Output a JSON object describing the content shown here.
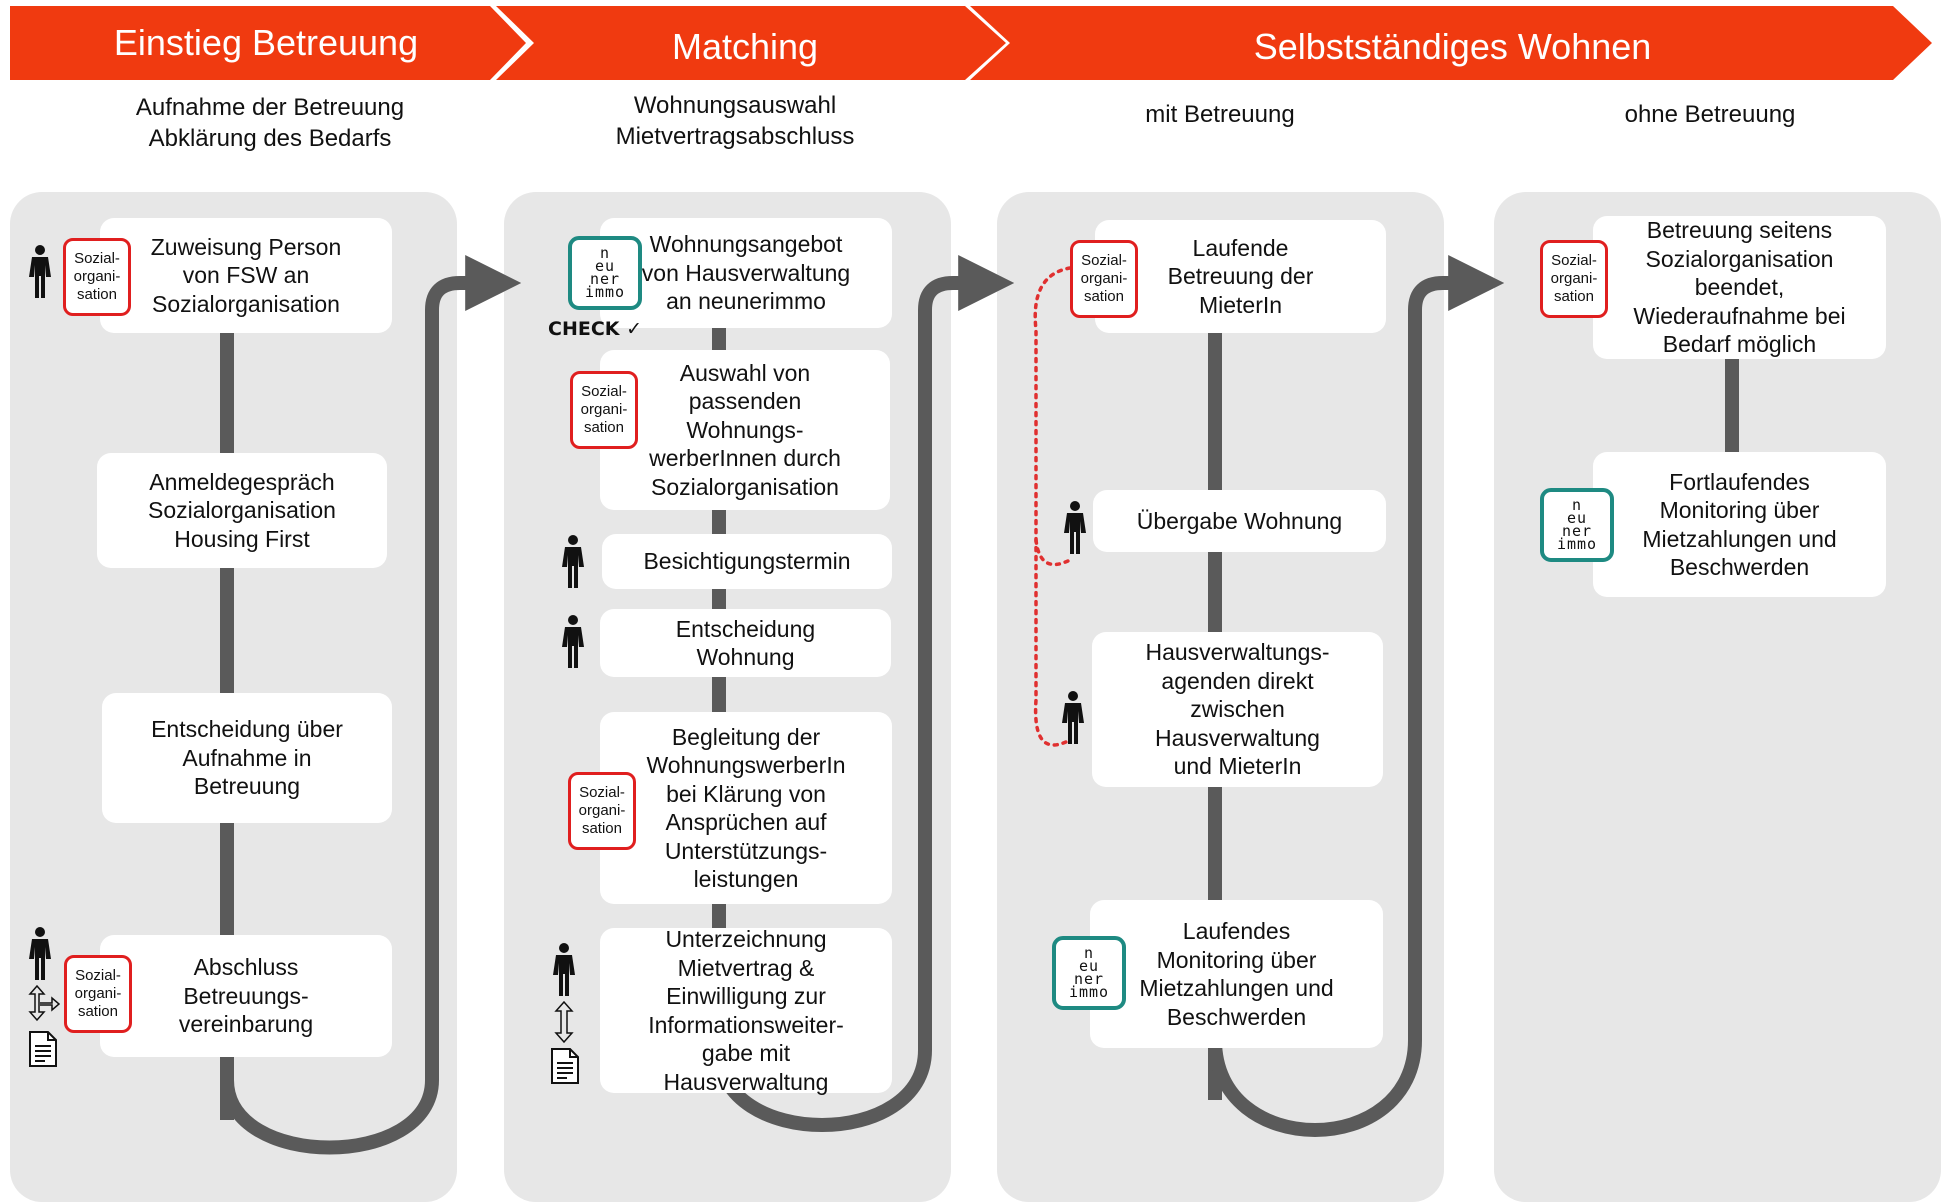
{
  "phases": [
    {
      "title": "Einstieg Betreuung",
      "color": "#f03a10"
    },
    {
      "title": "Matching",
      "color": "#f03a10"
    },
    {
      "title": "Selbstständiges Wohnen",
      "color": "#f03a10"
    }
  ],
  "subheadings": {
    "einstieg": "Aufnahme der Betreuung\nAbklärung des Bedarfs",
    "matching": "Wohnungsauswahl\nMietvertragsabschluss",
    "mit": "mit Betreuung",
    "ohne": "ohne Betreuung"
  },
  "badges": {
    "sozial": "Sozial-\norgani-\nsation",
    "neuner": "n\neu\nner\nimmo",
    "check": "CHECK"
  },
  "columns": {
    "einstieg": {
      "steps": [
        "Zuweisung Person\nvon FSW an\nSozialorganisation",
        "Anmeldegespräch\nSozialorganisation\nHousing First",
        "Entscheidung über\nAufnahme in\nBetreuung",
        "Abschluss\nBetreuungs-\nvereinbarung"
      ]
    },
    "matching": {
      "steps": [
        "Wohnungsangebot\nvon Hausverwaltung\nan neunerimmo",
        "Auswahl von\npassenden\nWohnungs-\nwerberInnen durch\nSozialorganisation",
        "Besichtigungstermin",
        "Entscheidung\nWohnung",
        "Begleitung der\nWohnungswerberIn\nbei Klärung von\nAnsprüchen auf\nUnterstützungs-\nleistungen",
        "Unterzeichnung\nMietvertrag &\nEinwilligung zur\nInformationsweiter-\ngabe mit\nHausverwaltung"
      ]
    },
    "mit": {
      "steps": [
        "Laufende\nBetreuung der\nMieterIn",
        "Übergabe Wohnung",
        "Hausverwaltungs-\nagenden direkt\nzwischen\nHausverwaltung\nund MieterIn",
        "Laufendes\nMonitoring über\nMietzahlungen und\nBeschwerden"
      ]
    },
    "ohne": {
      "steps": [
        "Betreuung seitens\nSozialorganisation\nbeendet,\nWiederaufnahme bei\nBedarf möglich",
        "Fortlaufendes\nMonitoring über\nMietzahlungen und\nBeschwerden"
      ]
    }
  },
  "colors": {
    "banner": "#f03a10",
    "panel": "#e7e7e7",
    "connector": "#5a5a5a",
    "sozial_border": "#e01f1f",
    "neuner_border": "#1e8a82",
    "dotted": "#e03030"
  }
}
